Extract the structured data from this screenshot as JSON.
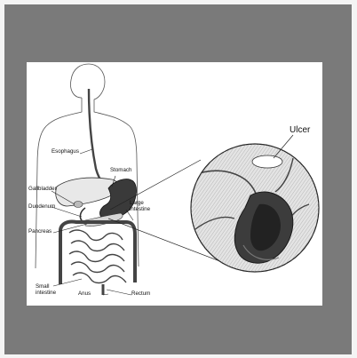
{
  "diagram": {
    "labels": {
      "esophagus": "Esophagus",
      "stomach": "Stomach",
      "gallbladder": "Gallbladder",
      "duodenum": "Duodenum",
      "large_intestine": [
        "Large",
        "intestine"
      ],
      "pancreas": "Pancreas",
      "small_intestine": [
        "Small",
        "intestine"
      ],
      "anus": "Anus",
      "rectum": "Rectum",
      "ulcer": "Ulcer"
    },
    "colors": {
      "outer_frame": "#7a7a7a",
      "panel": "#ffffff",
      "stomach_fill": "#3a3a3a",
      "line": "#222222"
    }
  }
}
